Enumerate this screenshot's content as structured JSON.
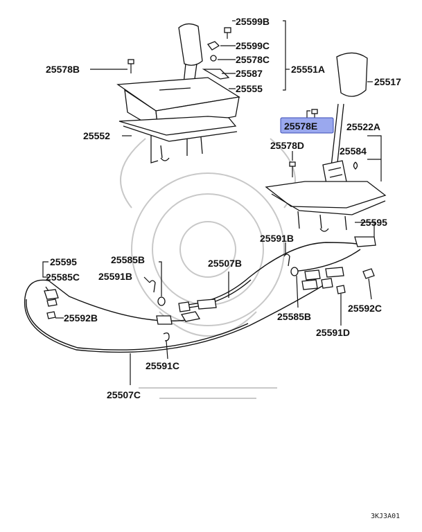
{
  "diagram": {
    "part_labels": [
      "25599B",
      "25599C",
      "25578C",
      "25587",
      "25555",
      "25551A",
      "25578B",
      "25552",
      "25517",
      "25578E",
      "25522A",
      "25578D",
      "25584",
      "25595",
      "25591B",
      "25507B",
      "25585B",
      "25591B",
      "25595",
      "25585C",
      "25592B",
      "25585B",
      "25592C",
      "25591D",
      "25591C",
      "25507C"
    ],
    "highlighted_label": "25578E",
    "diagram_code": "3KJ3A01",
    "colors": {
      "highlight_fill": "#9aa8ee",
      "line": "#111111",
      "watermark": "#c8c8c8"
    }
  }
}
